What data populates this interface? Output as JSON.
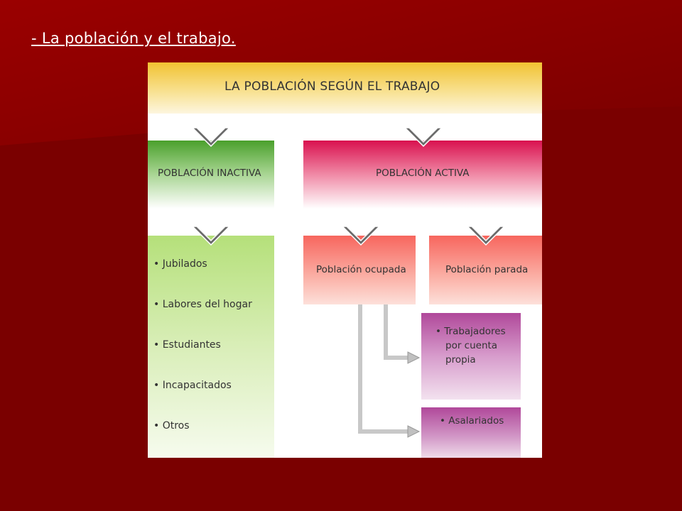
{
  "slide": {
    "title": "- La población y el trabajo."
  },
  "diagram": {
    "header": "LA POBLACIÓN SEGÚN EL TRABAJO",
    "inactiva": {
      "label": "POBLACIÓN INACTIVA",
      "items": [
        "• Jubilados",
        "• Labores del hogar",
        "• Estudiantes",
        "• Incapacitados",
        "• Otros"
      ]
    },
    "activa": {
      "label": "POBLACIÓN ACTIVA",
      "ocupada": "Población ocupada",
      "parada": "Población parada",
      "cuenta_propia": [
        "• Trabajadores",
        "por cuenta",
        "propia"
      ],
      "asalariados": "• Asalariados"
    }
  },
  "colors": {
    "background": "#7a0000",
    "header": "#f1c232",
    "inactiva": "#4aa02c",
    "activa": "#d9114f",
    "list": "#b5e07a",
    "ocupada_parada": "#f7665e",
    "subtypes": "#b0489a"
  }
}
